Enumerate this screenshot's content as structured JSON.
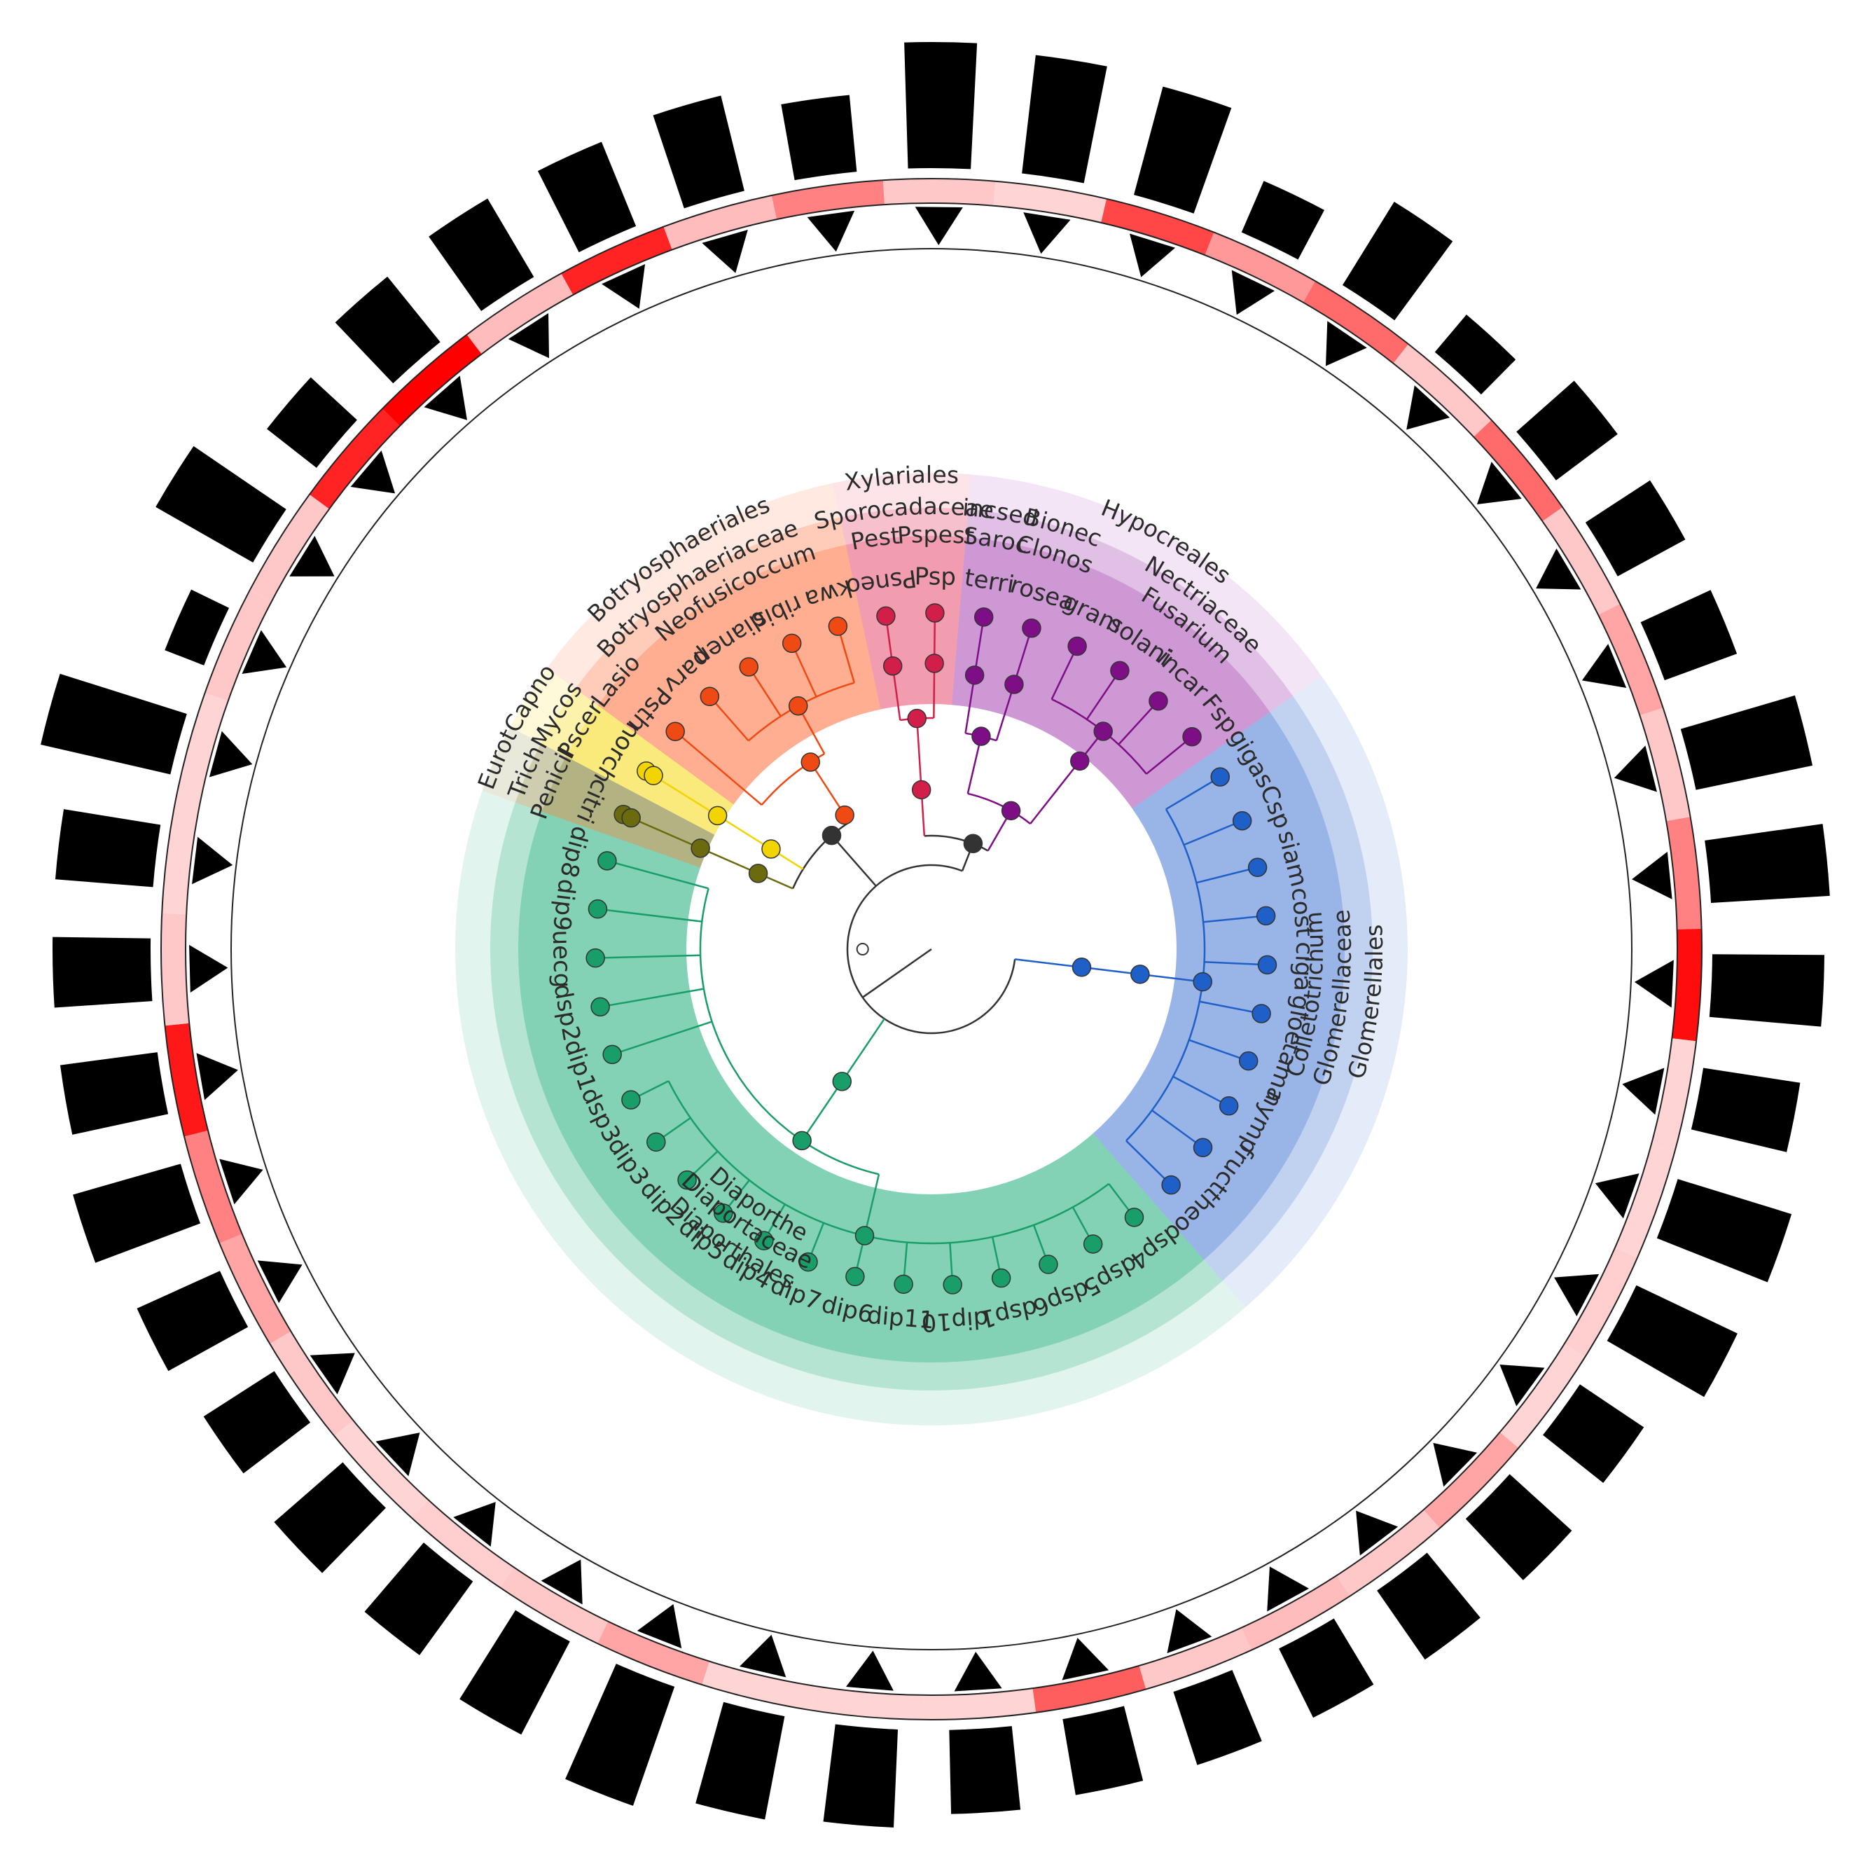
{
  "clades": [
    {
      "key": "diaporthales",
      "rank": "order",
      "level": 3,
      "label": "Diaporthales",
      "color": "#1fae7a",
      "alpha": 0.22,
      "from": "dsp4",
      "to": "dip8"
    },
    {
      "key": "diaportaceae",
      "rank": "family",
      "level": 2,
      "label": "Diaportaceae",
      "color": "#1fae7a",
      "alpha": 0.38,
      "from": "dsp4",
      "to": "dip8"
    },
    {
      "key": "diaporthe",
      "rank": "genus",
      "level": 1,
      "label": "Diaporthe",
      "color": "#1fae7a",
      "alpha": 0.55,
      "from": "dsp4",
      "to": "dip8"
    },
    {
      "key": "eurot",
      "rank": "order",
      "level": 3,
      "label": "Eurot",
      "color": "#6b6a10",
      "alpha": 0.25,
      "from": "citri",
      "to": "citri"
    },
    {
      "key": "trich",
      "rank": "family",
      "level": 2,
      "label": "Trich",
      "color": "#6b6a10",
      "alpha": 0.35,
      "from": "citri",
      "to": "citri"
    },
    {
      "key": "penicil",
      "rank": "genus",
      "level": 1,
      "label": "Penicil",
      "color": "#6b6a10",
      "alpha": 0.45,
      "from": "citri",
      "to": "citri"
    },
    {
      "key": "capno",
      "rank": "order",
      "level": 3,
      "label": "Capno",
      "color": "#f5d800",
      "alpha": 0.25,
      "from": "norch",
      "to": "norch"
    },
    {
      "key": "mycos",
      "rank": "family",
      "level": 2,
      "label": "Mycos",
      "color": "#f5d800",
      "alpha": 0.35,
      "from": "norch",
      "to": "norch"
    },
    {
      "key": "pscer",
      "rank": "genus",
      "level": 1,
      "label": "Pscer",
      "color": "#f5d800",
      "alpha": 0.45,
      "from": "norch",
      "to": "norch"
    },
    {
      "key": "botryosphaeriales",
      "rank": "order",
      "level": 3,
      "label": "Botryosphaeriales",
      "color": "#ff6a33",
      "alpha": 0.25,
      "from": "Psth",
      "to": "kwa"
    },
    {
      "key": "botryosphaeriaceae",
      "rank": "family",
      "level": 2,
      "label": "Botryosphaeriaceae",
      "color": "#ff6a33",
      "alpha": 0.38,
      "from": "Psth",
      "to": "kwa"
    },
    {
      "key": "lasio",
      "rank": "genus",
      "level": 1,
      "label": "Lasio",
      "color": "#ff6a33",
      "alpha": 0.5,
      "from": "Psth",
      "to": "Psth"
    },
    {
      "key": "neofusicoccum",
      "rank": "genus",
      "level": 1,
      "label": "Neofusicoccum",
      "color": "#ff6a33",
      "alpha": 0.5,
      "from": "parv",
      "to": "kwa"
    },
    {
      "key": "xylariales",
      "rank": "order",
      "level": 3,
      "label": "Xylariales",
      "color": "#e8486e",
      "alpha": 0.25,
      "from": "Psneo",
      "to": "Psp"
    },
    {
      "key": "sporocadaceae",
      "rank": "family",
      "level": 2,
      "label": "Sporocadaceae",
      "color": "#e8486e",
      "alpha": 0.38,
      "from": "Psneo",
      "to": "Psp"
    },
    {
      "key": "pest",
      "rank": "genus",
      "level": 1,
      "label": "Pest",
      "color": "#e8486e",
      "alpha": 0.5,
      "from": "Psneo",
      "to": "Psneo"
    },
    {
      "key": "pspest",
      "rank": "genus",
      "level": 1,
      "label": "Pspest",
      "color": "#e8486e",
      "alpha": 0.5,
      "from": "Psp",
      "to": "Psp"
    },
    {
      "key": "hypocreales",
      "rank": "order",
      "level": 3,
      "label": "Hypocreales",
      "color": "#a23ab1",
      "alpha": 0.22,
      "from": "terri",
      "to": "Fsp"
    },
    {
      "key": "incsed",
      "rank": "family",
      "level": 2,
      "label": "incsed",
      "color": "#a23ab1",
      "alpha": 0.35,
      "from": "terri",
      "to": "terri"
    },
    {
      "key": "bionec",
      "rank": "family",
      "level": 2,
      "label": "Bionec",
      "color": "#a23ab1",
      "alpha": 0.35,
      "from": "rosea",
      "to": "rosea"
    },
    {
      "key": "nectriaceae",
      "rank": "family",
      "level": 2,
      "label": "Nectriaceae",
      "color": "#a23ab1",
      "alpha": 0.35,
      "from": "gram",
      "to": "Fsp"
    },
    {
      "key": "saroc",
      "rank": "genus",
      "level": 1,
      "label": "Saroc",
      "color": "#a23ab1",
      "alpha": 0.5,
      "from": "terri",
      "to": "terri"
    },
    {
      "key": "clonos",
      "rank": "genus",
      "level": 1,
      "label": "Clonos",
      "color": "#a23ab1",
      "alpha": 0.5,
      "from": "rosea",
      "to": "rosea"
    },
    {
      "key": "fusarium",
      "rank": "genus",
      "level": 1,
      "label": "Fusarium",
      "color": "#a23ab1",
      "alpha": 0.5,
      "from": "gram",
      "to": "Fsp"
    },
    {
      "key": "glomerellales",
      "rank": "order",
      "level": 3,
      "label": "Glomerellales",
      "color": "#3f6fd1",
      "alpha": 0.22,
      "from": "gigas",
      "to": "theo"
    },
    {
      "key": "glomerellaceae",
      "rank": "family",
      "level": 2,
      "label": "Glomerellaceae",
      "color": "#3f6fd1",
      "alpha": 0.35,
      "from": "gigas",
      "to": "theo"
    },
    {
      "key": "colletotrichum",
      "rank": "genus",
      "level": 1,
      "label": "Colletotrichum",
      "color": "#3f6fd1",
      "alpha": 0.5,
      "from": "gigas",
      "to": "theo"
    }
  ],
  "leaves": [
    {
      "name": "gigas",
      "color": "#1f5fc8",
      "bar": 0.55,
      "heat": 0.15
    },
    {
      "name": "Csp",
      "color": "#1f5fc8",
      "bar": 0.55,
      "heat": 0.3
    },
    {
      "name": "siam",
      "color": "#1f5fc8",
      "bar": 0.85,
      "heat": 0.15
    },
    {
      "name": "cost",
      "color": "#1f5fc8",
      "bar": 0.85,
      "heat": 0.45
    },
    {
      "name": "ciga",
      "color": "#1f5fc8",
      "bar": 0.8,
      "heat": 0.95
    },
    {
      "name": "gloe",
      "color": "#1f5fc8",
      "bar": 0.7,
      "heat": 0.1
    },
    {
      "name": "tama",
      "color": "#1f5fc8",
      "bar": 0.85,
      "heat": 0.1
    },
    {
      "name": "nymp",
      "color": "#1f5fc8",
      "bar": 0.8,
      "heat": 0.12
    },
    {
      "name": "fruct",
      "color": "#1f5fc8",
      "bar": 0.55,
      "heat": 0.1
    },
    {
      "name": "theo",
      "color": "#1f5fc8",
      "bar": 0.6,
      "heat": 0.3
    },
    {
      "name": "dsp4",
      "color": "#1a9e69",
      "bar": 0.6,
      "heat": 0.15
    },
    {
      "name": "dsp5",
      "color": "#1a9e69",
      "bar": 0.55,
      "heat": 0.2
    },
    {
      "name": "dsp6",
      "color": "#1a9e69",
      "bar": 0.55,
      "heat": 0.15
    },
    {
      "name": "dsp1",
      "color": "#1a9e69",
      "bar": 0.55,
      "heat": 0.6
    },
    {
      "name": "dip10",
      "color": "#1a9e69",
      "bar": 0.6,
      "heat": 0.1
    },
    {
      "name": "dip11",
      "color": "#1a9e69",
      "bar": 0.7,
      "heat": 0.1
    },
    {
      "name": "dip6",
      "color": "#1a9e69",
      "bar": 0.75,
      "heat": 0.1
    },
    {
      "name": "dip7",
      "color": "#1a9e69",
      "bar": 0.9,
      "heat": 0.3
    },
    {
      "name": "dip4",
      "color": "#1a9e69",
      "bar": 0.75,
      "heat": 0.15
    },
    {
      "name": "dip5",
      "color": "#1a9e69",
      "bar": 0.65,
      "heat": 0.12
    },
    {
      "name": "dip2",
      "color": "#1a9e69",
      "bar": 0.65,
      "heat": 0.1
    },
    {
      "name": "dip3",
      "color": "#1a9e69",
      "bar": 0.6,
      "heat": 0.15
    },
    {
      "name": "dsp3",
      "color": "#1a9e69",
      "bar": 0.65,
      "heat": 0.3
    },
    {
      "name": "dip1",
      "color": "#1a9e69",
      "bar": 0.8,
      "heat": 0.45
    },
    {
      "name": "dsp2",
      "color": "#1a9e69",
      "bar": 0.7,
      "heat": 0.9
    },
    {
      "name": "uecg",
      "color": "#1a9e69",
      "bar": 0.7,
      "heat": 0.15
    },
    {
      "name": "dip9",
      "color": "#1a9e69",
      "bar": 0.7,
      "heat": 0.1
    },
    {
      "name": "dip8",
      "color": "#1a9e69",
      "bar": 0.95,
      "heat": 0.1
    },
    {
      "name": "citri",
      "color": "#6b6a0e",
      "bar": 0.3,
      "heat": 0.15
    },
    {
      "name": "norch",
      "color": "#f2d400",
      "bar": 0.8,
      "heat": 0.15
    },
    {
      "name": "Psth",
      "color": "#f04a14",
      "bar": 0.45,
      "heat": 0.85
    },
    {
      "name": "parv",
      "color": "#f04a14",
      "bar": 0.6,
      "heat": 1.0
    },
    {
      "name": "dianen",
      "color": "#f04a14",
      "bar": 0.65,
      "heat": 0.2
    },
    {
      "name": "ribis",
      "color": "#f04a14",
      "bar": 0.65,
      "heat": 0.85
    },
    {
      "name": "kwa",
      "color": "#f04a14",
      "bar": 0.7,
      "heat": 0.2
    },
    {
      "name": "Psneo",
      "color": "#d21f4a",
      "bar": 0.55,
      "heat": 0.45
    },
    {
      "name": "Psp",
      "color": "#d21f4a",
      "bar": 0.9,
      "heat": 0.15
    },
    {
      "name": "terri",
      "color": "#7e0e86",
      "bar": 0.85,
      "heat": 0.1
    },
    {
      "name": "rosea",
      "color": "#7e0e86",
      "bar": 0.8,
      "heat": 0.7
    },
    {
      "name": "gram",
      "color": "#7e0e86",
      "bar": 0.4,
      "heat": 0.35
    },
    {
      "name": "solani",
      "color": "#7e0e86",
      "bar": 0.7,
      "heat": 0.55
    },
    {
      "name": "incar",
      "color": "#7e0e86",
      "bar": 0.35,
      "heat": 0.15
    },
    {
      "name": "Fsp",
      "color": "#7e0e86",
      "bar": 0.55,
      "heat": 0.55
    }
  ],
  "tree": {
    "name": "root",
    "r": 0.2,
    "kids": [
      {
        "name": "dia",
        "r": 0.38,
        "color": "#1a9e69",
        "kids": [
          {
            "name": "dia2",
            "r": 0.55,
            "color": "#1a9e69",
            "kids": [
              {
                "name": "dia3",
                "r": 0.7,
                "color": "#1a9e69",
                "kids": [
                  {
                    "leaf": "dsp4"
                  },
                  {
                    "leaf": "dsp5"
                  },
                  {
                    "leaf": "dsp6"
                  },
                  {
                    "leaf": "dsp1"
                  },
                  {
                    "leaf": "dip10"
                  },
                  {
                    "leaf": "dip11"
                  },
                  {
                    "leaf": "dip6"
                  },
                  {
                    "leaf": "dip7"
                  },
                  {
                    "leaf": "dip4"
                  },
                  {
                    "leaf": "dip5"
                  },
                  {
                    "leaf": "dip2"
                  },
                  {
                    "leaf": "dip3"
                  },
                  {
                    "leaf": "dsp3"
                  }
                ]
              },
              {
                "leaf": "dip1"
              },
              {
                "leaf": "dsp2"
              },
              {
                "leaf": "uecg"
              },
              {
                "leaf": "dip9"
              },
              {
                "leaf": "dip8"
              }
            ]
          }
        ]
      },
      {
        "name": "left",
        "r": 0.36,
        "color": "#333333",
        "kids": [
          {
            "name": "citgrp",
            "r": 0.45,
            "color": "#6b6a0e",
            "kids": [
              {
                "name": "cit2",
                "r": 0.6,
                "color": "#6b6a0e",
                "kids": [
                  {
                    "name": "cit3",
                    "r": 0.78,
                    "color": "#6b6a0e",
                    "kids": [
                      {
                        "leaf": "citri"
                      }
                    ]
                  }
                ]
              }
            ]
          },
          {
            "name": "norgrp",
            "r": 0.45,
            "color": "#f2d400",
            "kids": [
              {
                "name": "nor2",
                "r": 0.6,
                "color": "#f2d400",
                "kids": [
                  {
                    "name": "nor3",
                    "r": 0.78,
                    "color": "#f2d400",
                    "kids": [
                      {
                        "leaf": "norch"
                      }
                    ]
                  }
                ]
              }
            ]
          },
          {
            "name": "bot",
            "r": 0.38,
            "color": "#f04a14",
            "kids": [
              {
                "name": "bot2",
                "r": 0.53,
                "color": "#f04a14",
                "kids": [
                  {
                    "leaf": "Psth"
                  },
                  {
                    "name": "bot3",
                    "r": 0.66,
                    "color": "#f04a14",
                    "kids": [
                      {
                        "leaf": "parv"
                      },
                      {
                        "leaf": "dianen"
                      },
                      {
                        "leaf": "ribis"
                      },
                      {
                        "leaf": "kwa"
                      }
                    ]
                  }
                ]
              }
            ]
          }
        ]
      },
      {
        "name": "upper",
        "r": 0.27,
        "color": "#333333",
        "kids": [
          {
            "name": "xyl",
            "r": 0.38,
            "color": "#d21f4a",
            "kids": [
              {
                "name": "xyl2",
                "r": 0.55,
                "color": "#d21f4a",
                "kids": [
                  {
                    "name": "xyl3",
                    "r": 0.68,
                    "color": "#d21f4a",
                    "kids": [
                      {
                        "leaf": "Psneo"
                      }
                    ]
                  },
                  {
                    "name": "xyl4",
                    "r": 0.68,
                    "color": "#d21f4a",
                    "kids": [
                      {
                        "leaf": "Psp"
                      }
                    ]
                  }
                ]
              }
            ]
          },
          {
            "name": "hyp",
            "r": 0.38,
            "color": "#7e0e86",
            "kids": [
              {
                "name": "hyp2",
                "r": 0.52,
                "color": "#7e0e86",
                "kids": [
                  {
                    "name": "hyp3",
                    "r": 0.66,
                    "color": "#7e0e86",
                    "kids": [
                      {
                        "leaf": "terri"
                      }
                    ]
                  },
                  {
                    "name": "hyp4",
                    "r": 0.66,
                    "color": "#7e0e86",
                    "kids": [
                      {
                        "leaf": "rosea"
                      }
                    ]
                  }
                ]
              },
              {
                "name": "fus",
                "r": 0.57,
                "color": "#7e0e86",
                "kids": [
                  {
                    "name": "fus2",
                    "r": 0.66,
                    "color": "#7e0e86",
                    "kids": [
                      {
                        "leaf": "gram"
                      },
                      {
                        "leaf": "solani"
                      },
                      {
                        "leaf": "incar"
                      },
                      {
                        "leaf": "Fsp"
                      }
                    ]
                  }
                ]
              }
            ]
          }
        ]
      },
      {
        "name": "col",
        "r": 0.36,
        "color": "#1f5fc8",
        "kids": [
          {
            "name": "col2",
            "r": 0.5,
            "color": "#1f5fc8",
            "kids": [
              {
                "name": "col3",
                "r": 0.65,
                "color": "#1f5fc8",
                "kids": [
                  {
                    "leaf": "gigas"
                  },
                  {
                    "leaf": "Csp"
                  },
                  {
                    "leaf": "siam"
                  },
                  {
                    "leaf": "cost"
                  },
                  {
                    "leaf": "ciga"
                  },
                  {
                    "leaf": "gloe"
                  },
                  {
                    "leaf": "tama"
                  },
                  {
                    "leaf": "nymp"
                  },
                  {
                    "leaf": "fruct"
                  },
                  {
                    "leaf": "theo"
                  }
                ]
              }
            ]
          }
        ]
      }
    ]
  }
}
